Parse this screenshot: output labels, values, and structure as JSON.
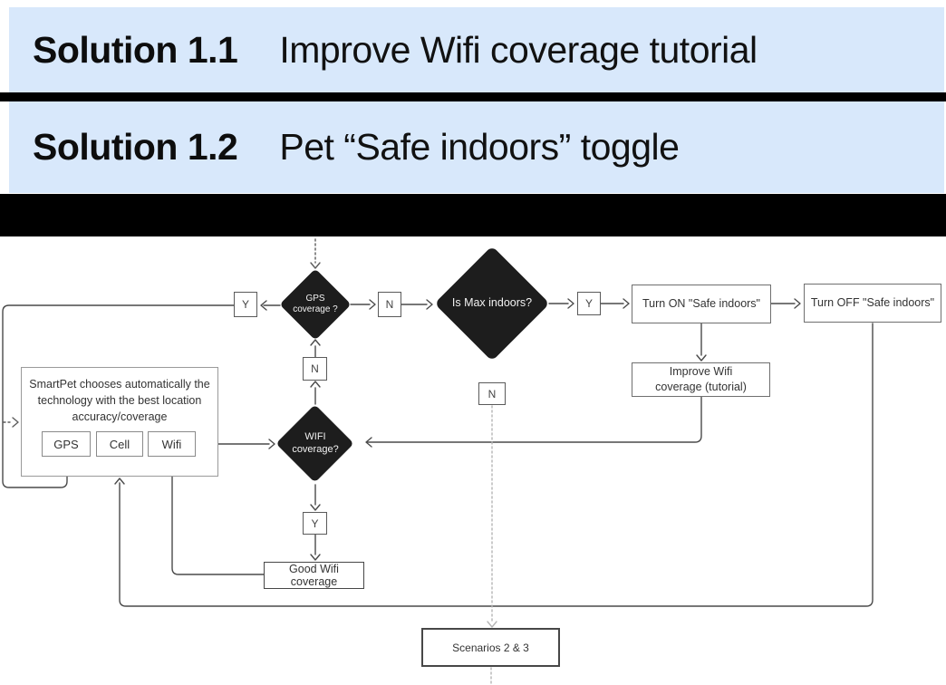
{
  "header": {
    "rows": [
      {
        "number": "Solution 1.1",
        "title": "Improve Wifi coverage tutorial"
      },
      {
        "number": "Solution 1.2",
        "title": "Pet “Safe indoors” toggle"
      }
    ]
  },
  "colors": {
    "header_bg": "#d8e8fb",
    "band": "#000000",
    "diamond_fill": "#1d1d1d",
    "wire": "#4a4a4a"
  },
  "flowchart": {
    "decisions": {
      "gps": "GPS coverage ?",
      "max": "Is Max indoors?",
      "wifi": "WIFI coverage?"
    },
    "labels": {
      "gps_yes": "Y",
      "gps_no": "N",
      "wifi_no": "N",
      "max_yes": "Y",
      "max_no": "N",
      "wifi_yes": "Y"
    },
    "processes": {
      "turn_on": "Turn ON \"Safe indoors\"",
      "turn_off": "Turn OFF \"Safe indoors\"",
      "improve": "Improve Wifi coverage (tutorial)",
      "good_wifi": "Good Wifi coverage",
      "scenarios": "Scenarios 2 & 3"
    },
    "smartpet": {
      "description": "SmartPet chooses automatically the technology with the best location accuracy/coverage",
      "options": [
        "GPS",
        "Cell",
        "Wifi"
      ]
    }
  }
}
